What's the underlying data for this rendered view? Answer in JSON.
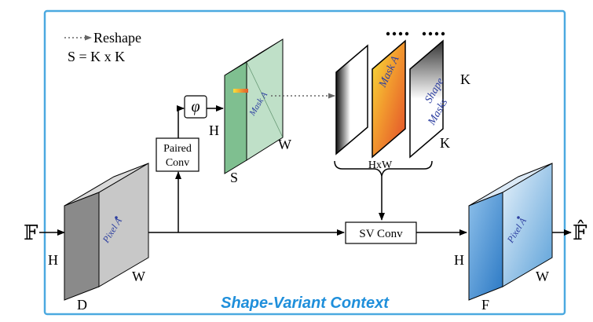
{
  "legend": {
    "reshape_label": "Reshape",
    "formula": "S = K x K"
  },
  "input": {
    "symbol": "𝔽"
  },
  "output": {
    "symbol": "𝔽̂"
  },
  "block_d": {
    "height_label": "H",
    "width_label": "W",
    "name": "D",
    "pixel_label": "Pixel A"
  },
  "paired_conv": {
    "line1": "Paired",
    "line2": "Conv"
  },
  "phi": {
    "symbol": "φ"
  },
  "block_s": {
    "height_label": "H",
    "width_label": "W",
    "name": "S",
    "mask_label": "Mask A"
  },
  "masks": {
    "card_mask_label": "Mask A",
    "card_shape_line1": "Shape",
    "card_shape_line2": "Masks",
    "k_top": "K",
    "k_bottom": "K",
    "hw_label": "HxW"
  },
  "sv_conv": {
    "label": "SV Conv"
  },
  "block_f": {
    "height_label": "H",
    "width_label": "W",
    "name": "F",
    "pixel_label": "Pixel A"
  },
  "caption": "Shape-Variant Context",
  "colors": {
    "border": "#4ba9e0",
    "caption": "#1f8fdb",
    "block_d": "#c8c8c8",
    "block_s": "#bfe0c8",
    "block_f": "#5aa0d8",
    "mask_orange": "#f08a30",
    "mask_yellow": "#f7d51f"
  }
}
